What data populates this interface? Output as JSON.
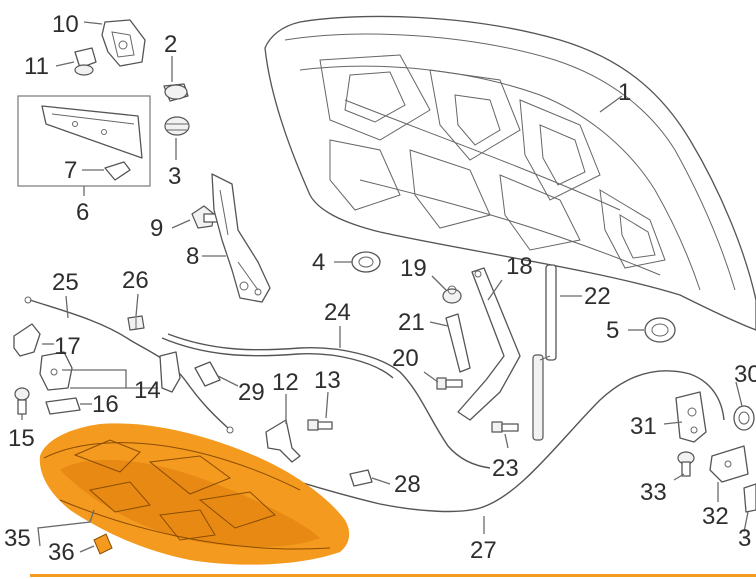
{
  "diagram": {
    "highlight_color": "#f39a1f",
    "callouts": [
      {
        "id": "c1",
        "label": "1"
      },
      {
        "id": "c2",
        "label": "2"
      },
      {
        "id": "c3",
        "label": "3"
      },
      {
        "id": "c4",
        "label": "4"
      },
      {
        "id": "c5",
        "label": "5"
      },
      {
        "id": "c6",
        "label": "6"
      },
      {
        "id": "c7",
        "label": "7"
      },
      {
        "id": "c8",
        "label": "8"
      },
      {
        "id": "c9",
        "label": "9"
      },
      {
        "id": "c10",
        "label": "10"
      },
      {
        "id": "c11",
        "label": "11"
      },
      {
        "id": "c12",
        "label": "12"
      },
      {
        "id": "c13",
        "label": "13"
      },
      {
        "id": "c14",
        "label": "14"
      },
      {
        "id": "c15",
        "label": "15"
      },
      {
        "id": "c16",
        "label": "16"
      },
      {
        "id": "c17",
        "label": "17"
      },
      {
        "id": "c18",
        "label": "18"
      },
      {
        "id": "c19",
        "label": "19"
      },
      {
        "id": "c20",
        "label": "20"
      },
      {
        "id": "c21",
        "label": "21"
      },
      {
        "id": "c22",
        "label": "22"
      },
      {
        "id": "c23",
        "label": "23"
      },
      {
        "id": "c24",
        "label": "24"
      },
      {
        "id": "c25",
        "label": "25"
      },
      {
        "id": "c26",
        "label": "26"
      },
      {
        "id": "c27",
        "label": "27"
      },
      {
        "id": "c28",
        "label": "28"
      },
      {
        "id": "c29",
        "label": "29"
      },
      {
        "id": "c30",
        "label": "30"
      },
      {
        "id": "c31",
        "label": "31"
      },
      {
        "id": "c32",
        "label": "32"
      },
      {
        "id": "c33",
        "label": "33"
      },
      {
        "id": "c34",
        "label": "3"
      },
      {
        "id": "c35",
        "label": "35"
      },
      {
        "id": "c36",
        "label": "36"
      }
    ]
  }
}
